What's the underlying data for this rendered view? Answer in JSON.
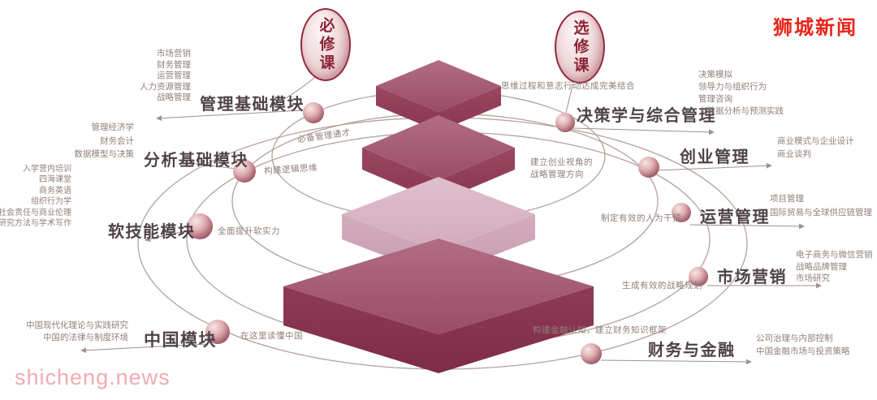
{
  "brand": {
    "logo": "狮城新闻",
    "watermark": "shicheng.news"
  },
  "badges": {
    "required": "必修课",
    "elective": "选修课"
  },
  "colors": {
    "accent_red": "#8c2434",
    "logo_red": "#e8251a",
    "watermark_pink": "#f2abb1",
    "pyramid_dark": "#8e3854",
    "pyramid_light": "#d6b3c2",
    "ball": "#b06e79"
  },
  "left_modules": [
    {
      "title": "管理基础模块",
      "courses": [
        "市场营销",
        "财务管理",
        "运营管理",
        "人力资源管理",
        "战略管理"
      ],
      "note": "必备管理通才"
    },
    {
      "title": "分析基础模块",
      "courses": [
        "管理经济学",
        "财务会计",
        "数据模型与决策"
      ],
      "note": "构建逻辑思维"
    },
    {
      "title": "软技能模块",
      "courses": [
        "入学营内培训",
        "四海课堂",
        "商务英语",
        "组织行为学",
        "社会责任与商业伦理",
        "管理研究方法与学术写作"
      ],
      "note": "全面提升软实力"
    },
    {
      "title": "中国模块",
      "courses": [
        "中国现代化理论与实践研究",
        "中国的法律与制度环境"
      ],
      "note": "在这里读懂中国"
    }
  ],
  "right_modules": [
    {
      "title": "决策学与综合管理",
      "courses": [
        "决策模拟",
        "领导力与组织行为",
        "管理咨询",
        "大数据分析与预测实践"
      ],
      "note": "思维过程和意志行动达成完美结合"
    },
    {
      "title": "创业管理",
      "courses": [
        "商业模式与企业设计",
        "商业谈判"
      ],
      "note": "建立创业视角的战略管理方向"
    },
    {
      "title": "运营管理",
      "courses": [
        "项目管理",
        "国际贸易与全球供应链管理"
      ],
      "note": "制定有效的人为干预"
    },
    {
      "title": "市场营销",
      "courses": [
        "电子商务与微信营销",
        "战略品牌管理",
        "市场研究"
      ],
      "note": "生成有效的战略规划"
    },
    {
      "title": "财务与金融",
      "courses": [
        "公司治理与内部控制",
        "中国金融市场与投资策略"
      ],
      "note": "构建金融认知，建立财务知识框架"
    }
  ]
}
